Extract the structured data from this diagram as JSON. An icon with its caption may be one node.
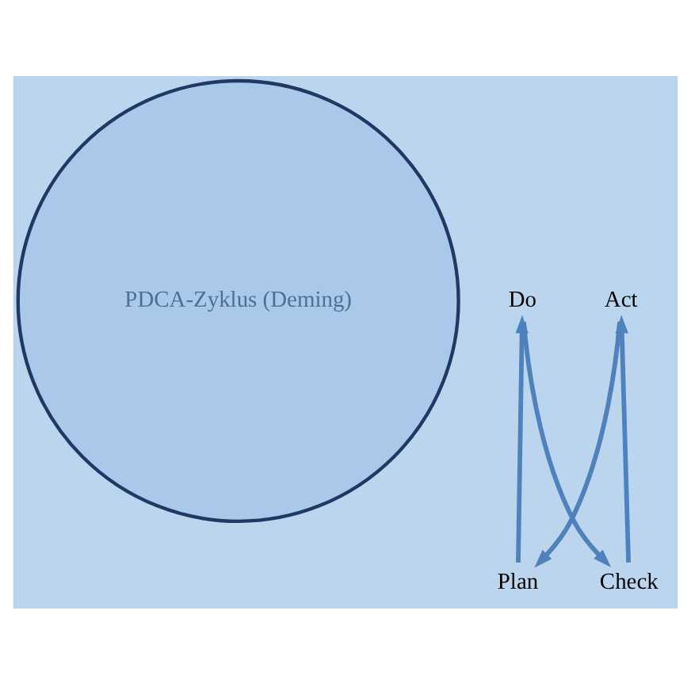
{
  "diagram": {
    "nodes": [
      {
        "text": [
          "PDCA-Zyklus (Deming)"
        ]
      },
      {
        "text": [
          "Plan"
        ]
      },
      {
        "text": [
          "Do"
        ]
      },
      {
        "text": [
          "Check"
        ]
      },
      {
        "text": [
          "Act"
        ]
      }
    ],
    "edges": [
      {
        "from": 1,
        "to": 2,
        "arrow": "to"
      },
      {
        "from": 2,
        "to": 3,
        "arrow": "to"
      },
      {
        "from": 3,
        "to": 4,
        "arrow": "to"
      },
      {
        "from": 4,
        "to": 1,
        "arrow": "to"
      }
    ]
  }
}
